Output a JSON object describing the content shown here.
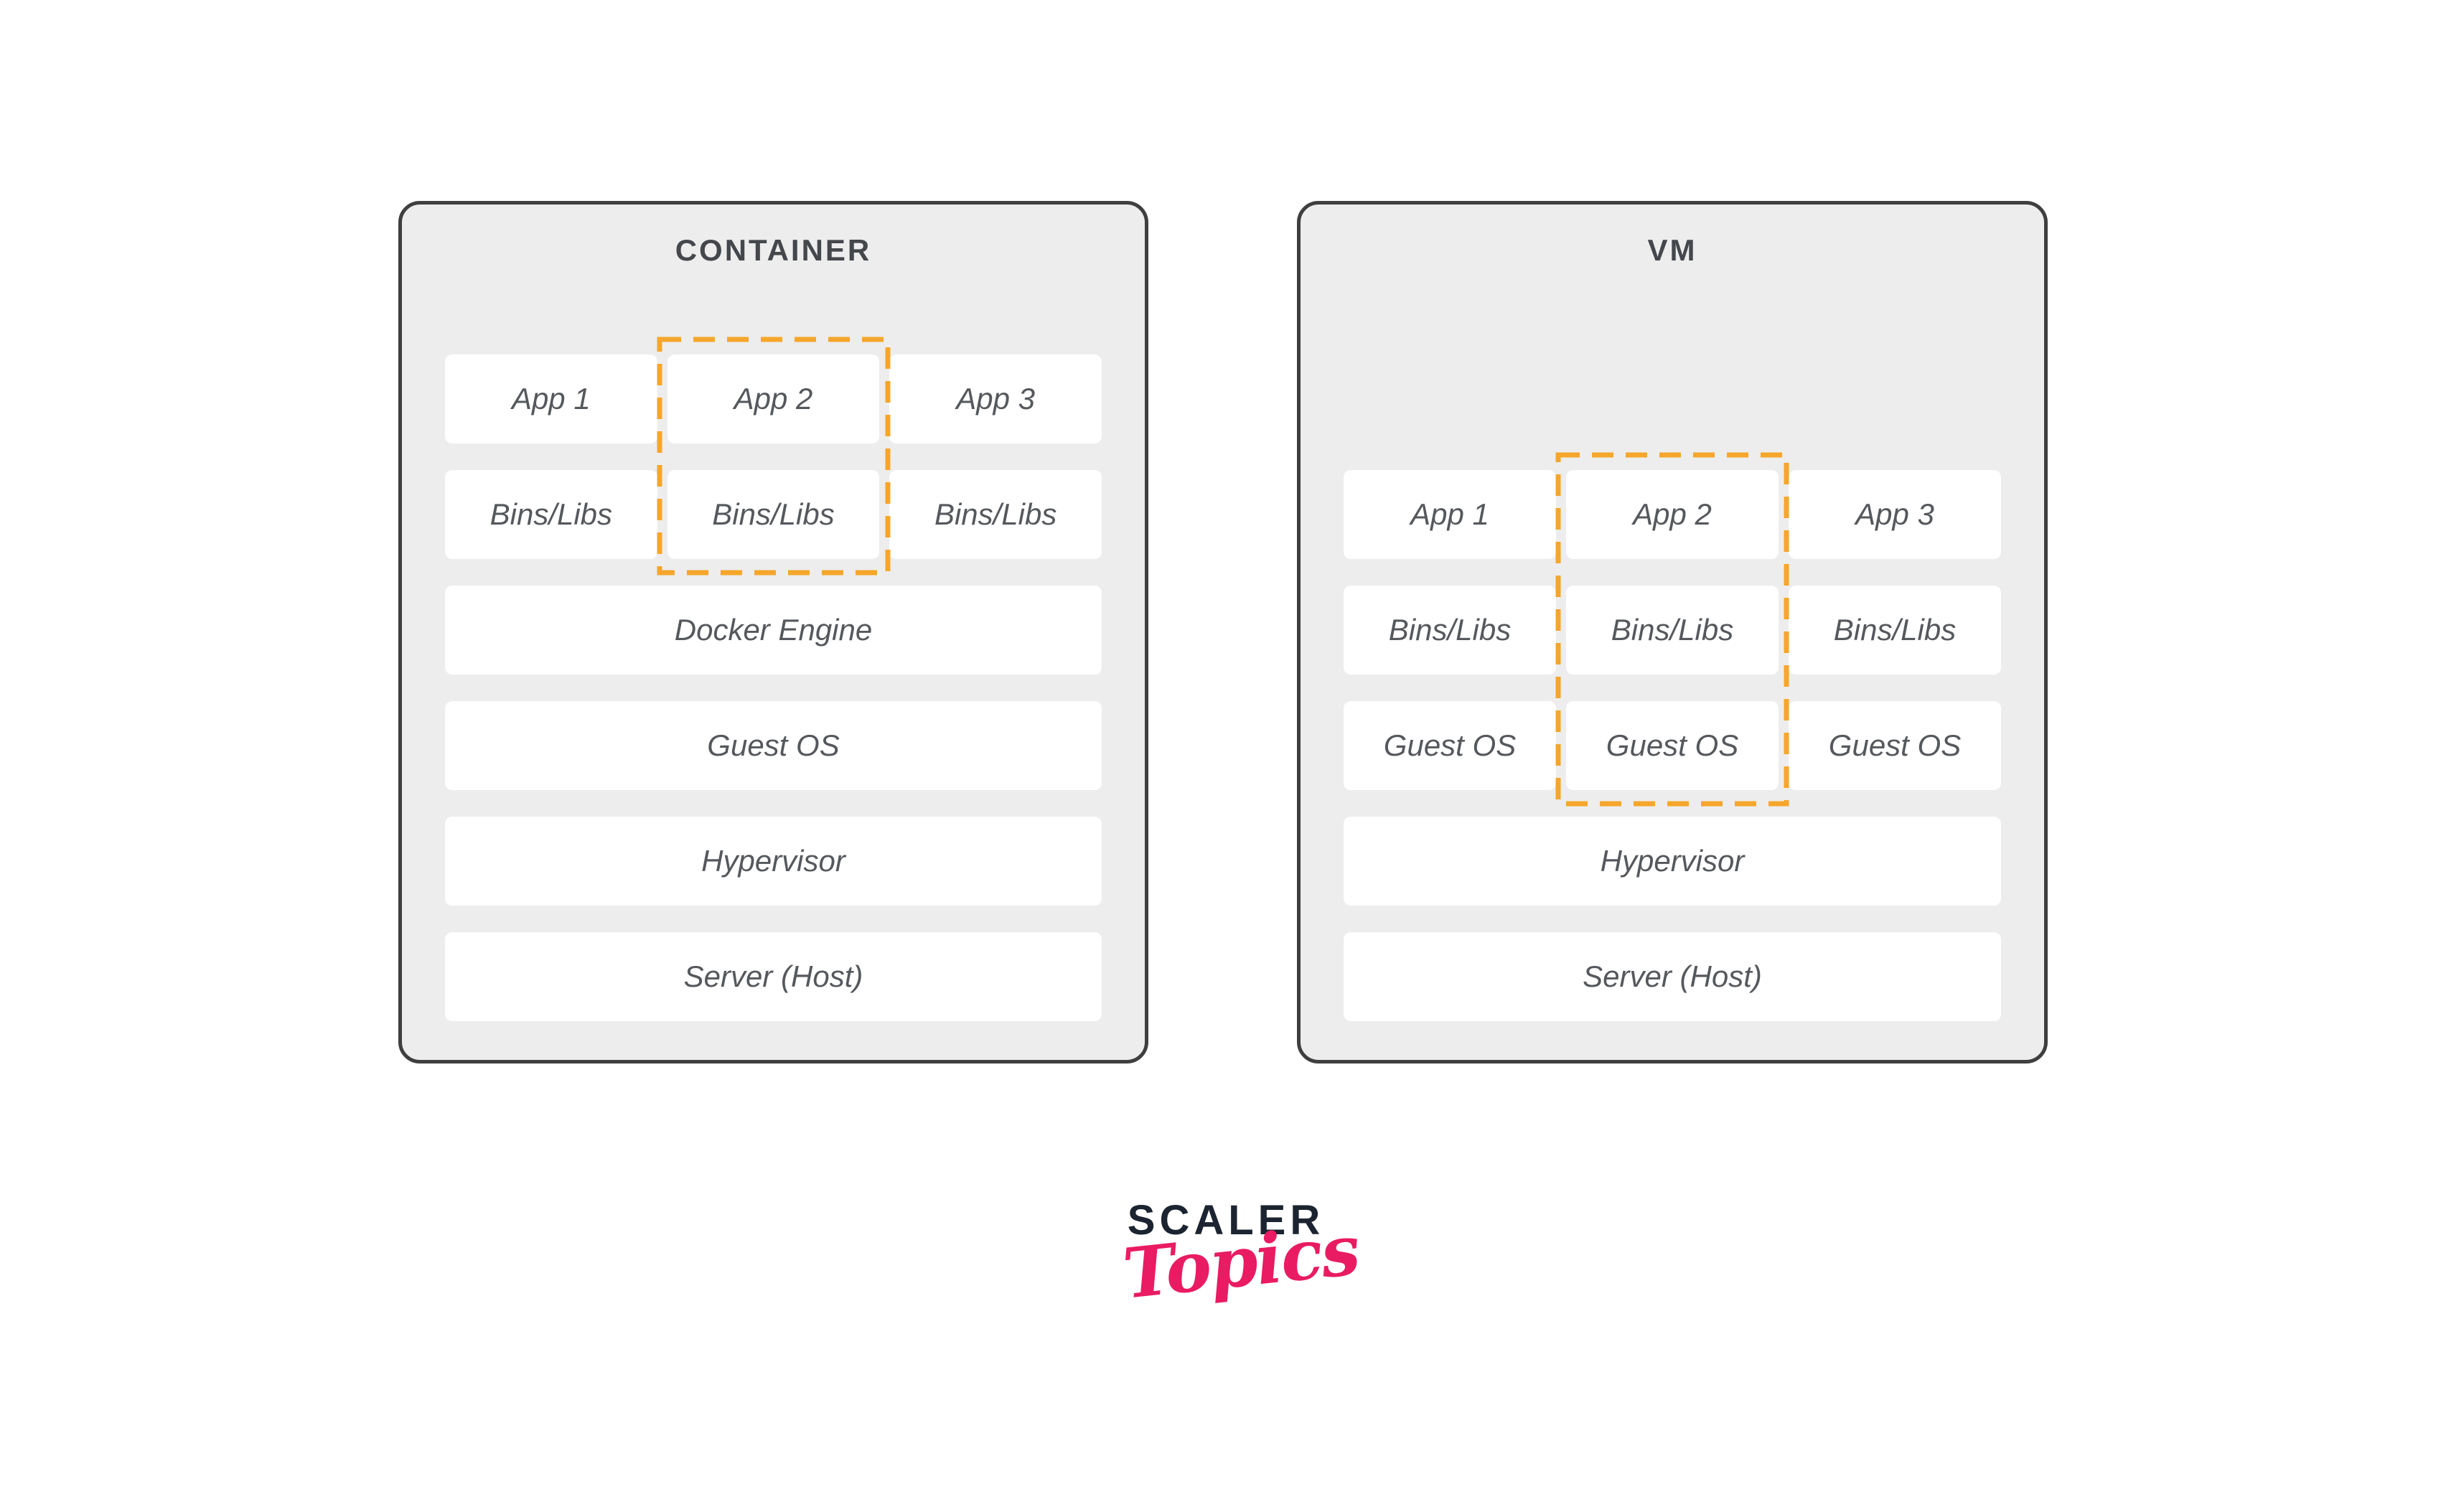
{
  "container_panel": {
    "title": "CONTAINER",
    "apps": [
      "App 1",
      "App 2",
      "App 3"
    ],
    "bins": [
      "Bins/Libs",
      "Bins/Libs",
      "Bins/Libs"
    ],
    "full_rows": [
      "Docker Engine",
      "Guest OS",
      "Hypervisor",
      "Server (Host)"
    ]
  },
  "vm_panel": {
    "title": "VM",
    "apps": [
      "App 1",
      "App 2",
      "App 3"
    ],
    "bins": [
      "Bins/Libs",
      "Bins/Libs",
      "Bins/Libs"
    ],
    "guest_os": [
      "Guest OS",
      "Guest OS",
      "Guest OS"
    ],
    "full_rows": [
      "Hypervisor",
      "Server (Host)"
    ]
  },
  "logo": {
    "brand": "SCALER",
    "sub": "Topics"
  },
  "colors": {
    "highlight_orange": "#F5A62B",
    "panel_background": "#EDEDED",
    "panel_border": "#3F3F3F",
    "card_background": "#FFFFFF",
    "card_text": "#55585C",
    "title_text": "#44474C",
    "brand_navy": "#1B2430",
    "brand_pink": "#E91B62"
  }
}
